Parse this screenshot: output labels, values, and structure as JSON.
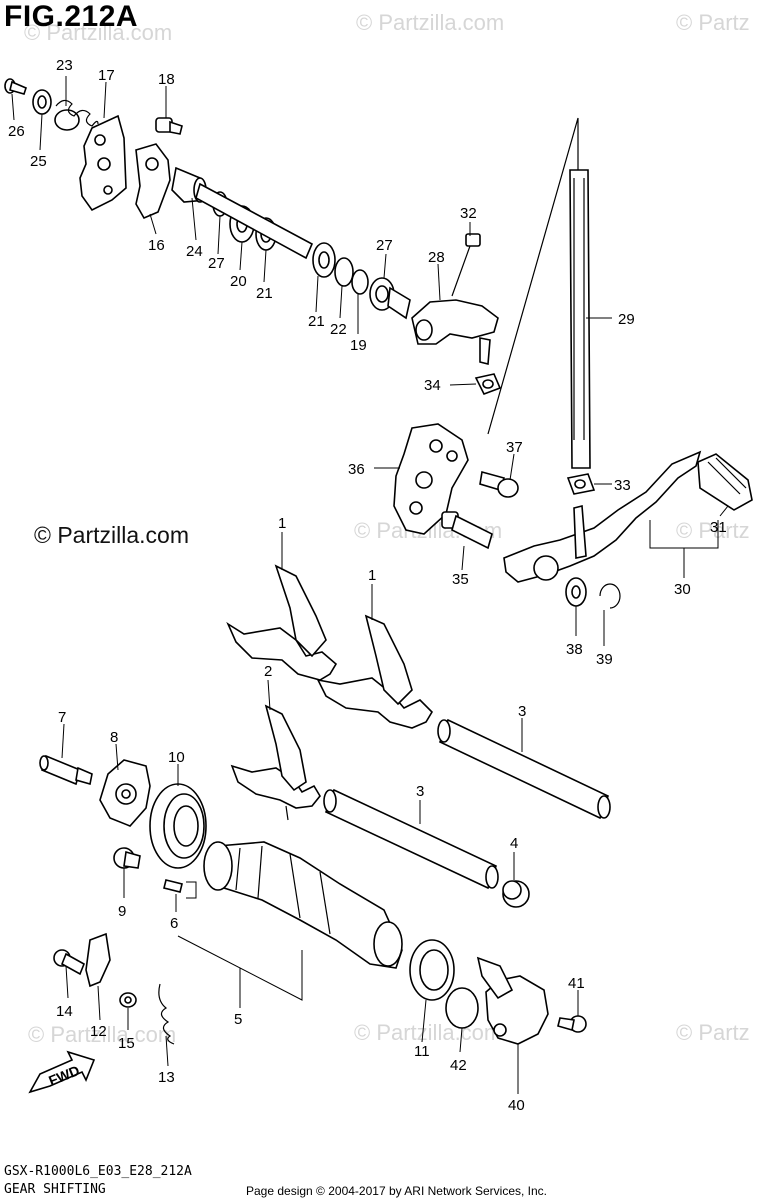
{
  "figure": {
    "title": "FIG.212A",
    "code": "GSX-R1000L6_E03_E28_212A",
    "section": "GEAR SHIFTING",
    "credit": "Page design © 2004-2017 by ARI Network Services, Inc."
  },
  "watermarks": {
    "brand": "© Partzilla.com",
    "short": "© Partz"
  },
  "fwd_label": "FWD",
  "labels": {
    "p1a": "1",
    "p1b": "1",
    "p2": "2",
    "p3a": "3",
    "p3b": "3",
    "p4": "4",
    "p5": "5",
    "p6": "6",
    "p7": "7",
    "p8": "8",
    "p9": "9",
    "p10": "10",
    "p11": "11",
    "p12": "12",
    "p13": "13",
    "p14": "14",
    "p15": "15",
    "p16": "16",
    "p17": "17",
    "p18": "18",
    "p19": "19",
    "p20": "20",
    "p21a": "21",
    "p21b": "21",
    "p22": "22",
    "p23": "23",
    "p24": "24",
    "p25": "25",
    "p26": "26",
    "p27a": "27",
    "p27b": "27",
    "p28": "28",
    "p29": "29",
    "p30": "30",
    "p31": "31",
    "p32": "32",
    "p33": "33",
    "p34": "34",
    "p35": "35",
    "p36": "36",
    "p37": "37",
    "p38": "38",
    "p39": "39",
    "p40": "40",
    "p41": "41",
    "p42": "42"
  }
}
